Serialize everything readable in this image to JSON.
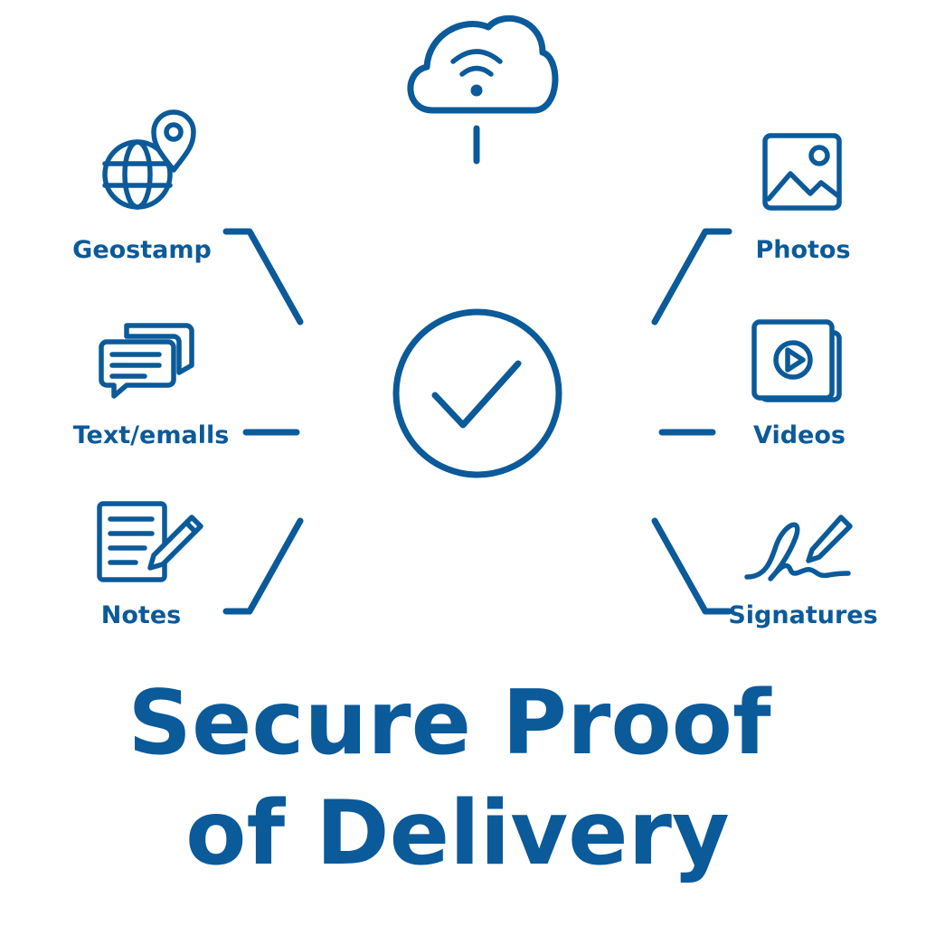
{
  "items": {
    "geostamp": "Geostamp",
    "text_emails": "Text/emalls",
    "notes": "Notes",
    "photos": "Photos",
    "videos": "Videos",
    "signatures": "Signatures"
  },
  "title": {
    "line1": "Secure Proof",
    "line2": "of Delivery"
  },
  "icons": {
    "top": "cloud-wifi-icon",
    "center": "checkmark-circle-icon",
    "geostamp": "globe-pin-icon",
    "text_emails": "chat-bubbles-icon",
    "notes": "notepad-pencil-icon",
    "photos": "image-icon",
    "videos": "video-play-icon",
    "signatures": "signature-pen-icon"
  },
  "colors": {
    "brand": "#0b5a9a"
  }
}
